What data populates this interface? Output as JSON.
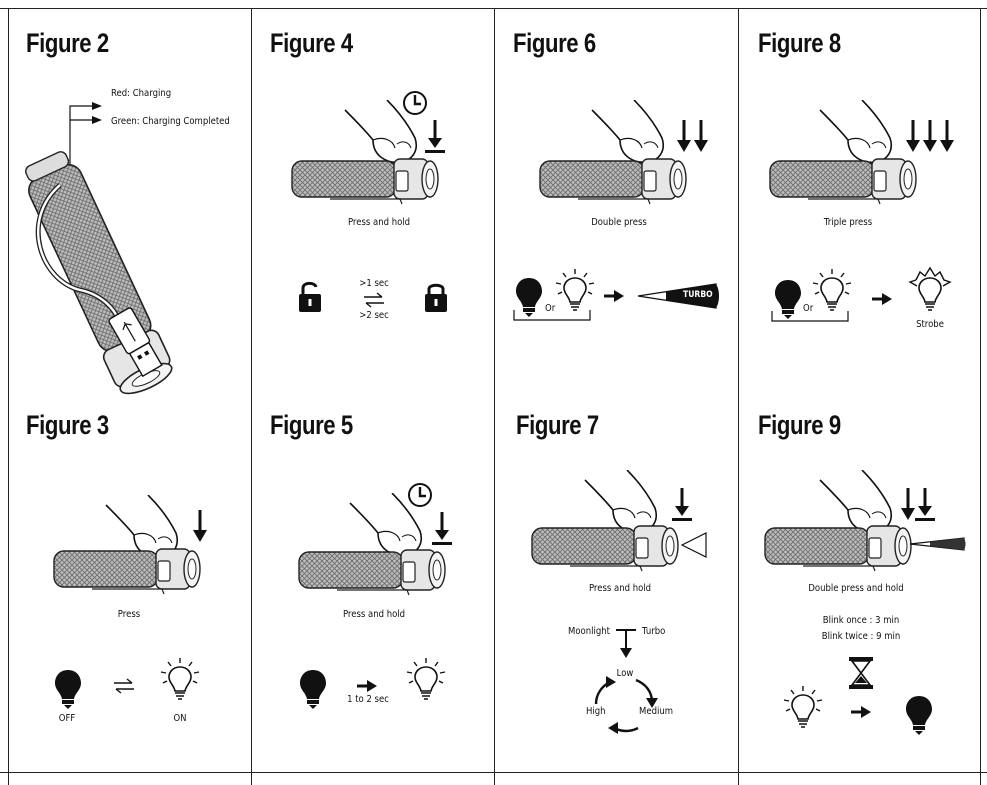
{
  "figures": {
    "fig2": {
      "title": "Figure 2",
      "red": "Red: Charging",
      "green": "Green: Charging Completed"
    },
    "fig3": {
      "title": "Figure 3",
      "caption": "Press",
      "off": "OFF",
      "on": "ON"
    },
    "fig4": {
      "title": "Figure 4",
      "caption": "Press and hold",
      "t1": ">1 sec",
      "t2": ">2 sec"
    },
    "fig5": {
      "title": "Figure 5",
      "caption": "Press and hold",
      "time": "1 to 2 sec"
    },
    "fig6": {
      "title": "Figure 6",
      "caption": "Double press",
      "or": "Or",
      "turbo": "TURBO"
    },
    "fig7": {
      "title": "Figure 7",
      "caption": "Press and hold",
      "moonlight": "Moonlight",
      "turbo": "Turbo",
      "low": "Low",
      "medium": "Medium",
      "high": "High"
    },
    "fig8": {
      "title": "Figure 8",
      "caption": "Triple press",
      "or": "Or",
      "strobe": "Strobe"
    },
    "fig9": {
      "title": "Figure 9",
      "caption": "Double press and hold",
      "blink1": "Blink once : 3 min",
      "blink2": "Blink twice : 9 min"
    }
  },
  "icons": [
    "lock-open-icon",
    "lock-closed-icon",
    "bulb-off-icon",
    "bulb-on-icon",
    "clock-icon",
    "hourglass-icon",
    "strobe-icon",
    "arrow-right-icon",
    "swap-arrows-icon",
    "press-down-arrow-icon"
  ],
  "colors": {
    "ink": "#111111",
    "body_fill": "#9a9a9a",
    "light_gray": "#d8d8d8"
  }
}
